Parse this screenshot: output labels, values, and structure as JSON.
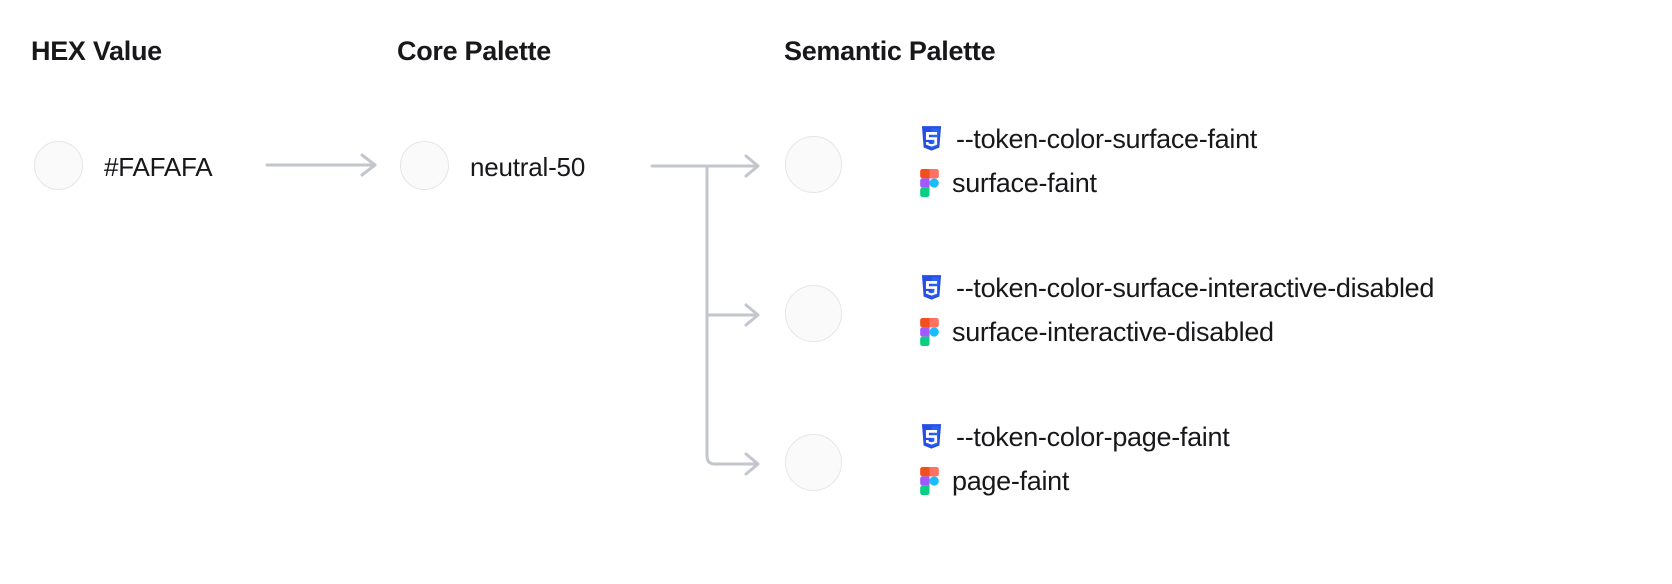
{
  "columns": [
    {
      "id": "hex",
      "label": "HEX Value"
    },
    {
      "id": "core",
      "label": "Core Palette"
    },
    {
      "id": "semantic",
      "label": "Semantic Palette"
    }
  ],
  "hex": {
    "value": "#FAFAFA",
    "swatch_color": "#FAFAFA",
    "swatch_border": "#E6E6E9"
  },
  "core": {
    "value": "neutral-50",
    "swatch_color": "#FAFAFA",
    "swatch_border": "#E6E6E9"
  },
  "semantic": {
    "swatch_color": "#FAFAFA",
    "swatch_border": "#E6E6E9",
    "items": [
      {
        "css_token": "--token-color-surface-faint",
        "figma_token": "surface-faint"
      },
      {
        "css_token": "--token-color-surface-interactive-disabled",
        "figma_token": "surface-interactive-disabled"
      },
      {
        "css_token": "--token-color-page-faint",
        "figma_token": "page-faint"
      }
    ]
  },
  "icons": {
    "css": "css3-icon",
    "figma": "figma-icon",
    "arrow": "arrow-right-icon"
  },
  "colors": {
    "text": "#18181B",
    "connector": "#C3C6CD",
    "css_shield_dark": "#264DE4",
    "css_shield_light": "#2965F1",
    "css_glyph": "#FFFFFF",
    "figma_orange": "#F24E1E",
    "figma_red": "#FF7262",
    "figma_purple": "#A259FF",
    "figma_blue": "#1ABCFE",
    "figma_green": "#0ACF83"
  }
}
